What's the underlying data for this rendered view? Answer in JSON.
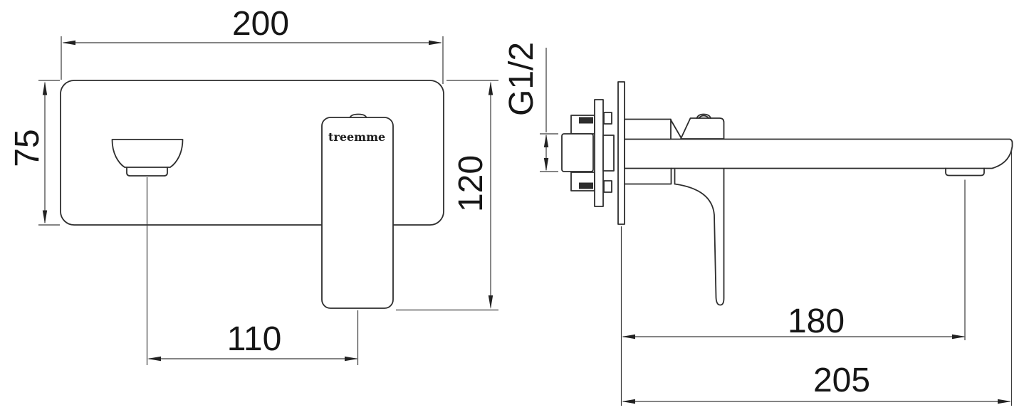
{
  "brand": {
    "logo_text": "treemme"
  },
  "front_view": {
    "dim_plate_width": "200",
    "dim_plate_height": "75",
    "dim_total_height": "120",
    "dim_spout_to_handle": "110"
  },
  "side_view": {
    "dim_inlet_thread": "G1/2",
    "dim_reach_to_aerator": "180",
    "dim_total_reach": "205"
  },
  "colors": {
    "background": "#ffffff",
    "object_line": "#2d2d2d",
    "dimension_line": "#3a3a3a",
    "text": "#161616"
  }
}
